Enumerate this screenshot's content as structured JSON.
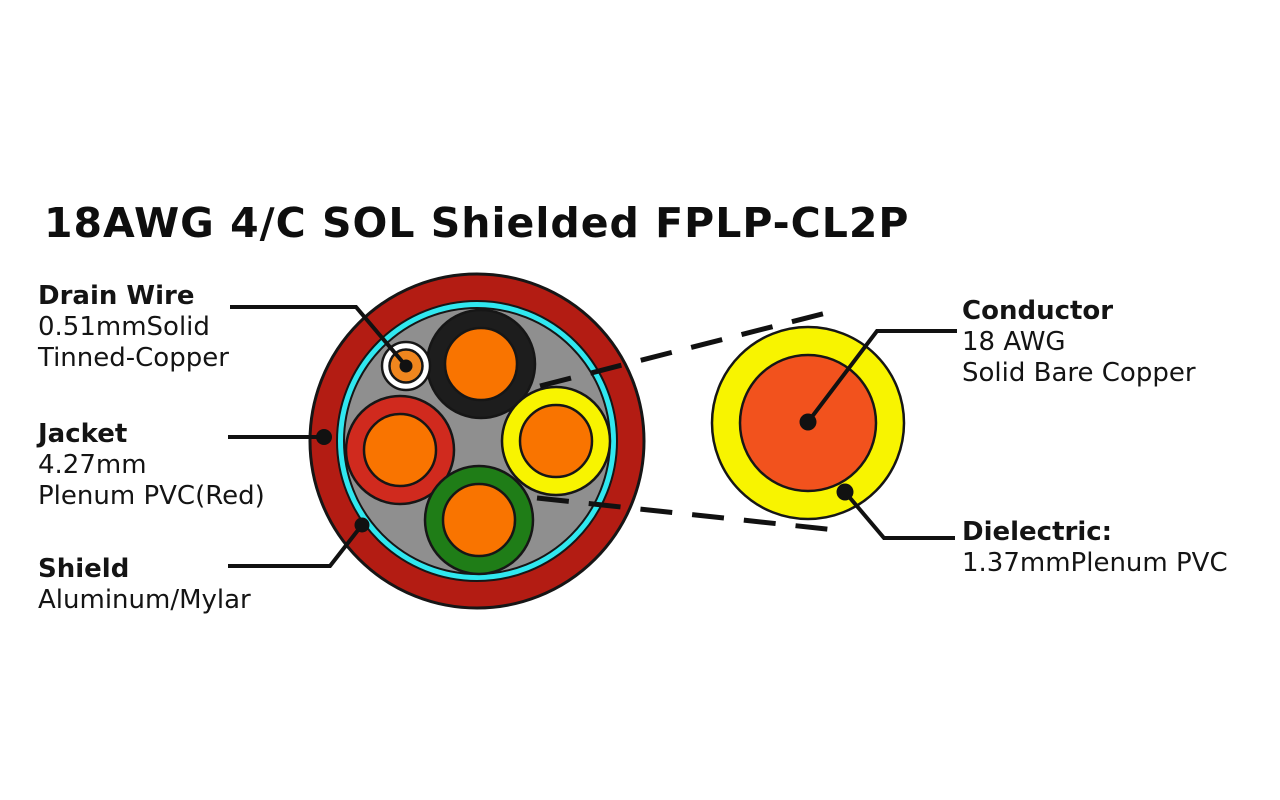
{
  "title": "18AWG 4/C SOL Shielded FPLP-CL2P",
  "callouts": {
    "drain_wire": {
      "name": "Drain Wire",
      "specs": [
        "0.51mmSolid",
        "Tinned-Copper"
      ]
    },
    "jacket": {
      "name": "Jacket",
      "specs": [
        "4.27mm",
        "Plenum PVC(Red)"
      ]
    },
    "shield": {
      "name": "Shield",
      "specs": [
        "Aluminum/Mylar"
      ]
    },
    "conductor": {
      "name": "Conductor",
      "specs": [
        "18 AWG",
        "Solid Bare Copper"
      ]
    },
    "dielectric": {
      "name": "Dielectric:",
      "specs": [
        "1.37mmPlenum PVC"
      ]
    }
  },
  "colors": {
    "background": "#ffffff",
    "jacket_red": "#b31c13",
    "shield_cyan": "#30e8f0",
    "filler_gray": "#8f8f8f",
    "insulation_black": "#1d1d1d",
    "insulation_red": "#d02a1e",
    "insulation_yellow": "#f8f400",
    "insulation_green": "#1f7d17",
    "copper_orange": "#f97400",
    "copper_orange_large": "#f2521d",
    "drain_copper": "#f0861e",
    "drain_white": "#ffffff",
    "outline_dark": "#161616",
    "leader_black": "#111111",
    "text_black": "#141414"
  }
}
